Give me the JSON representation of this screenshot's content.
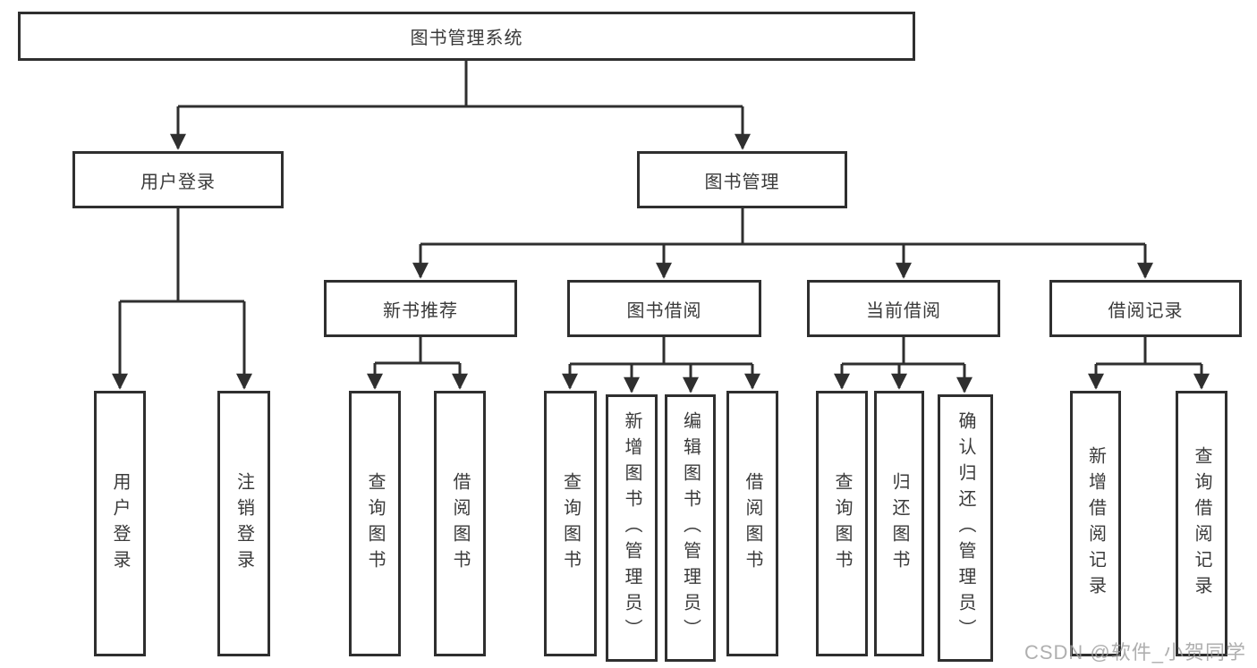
{
  "diagram": {
    "root": {
      "label": "图书管理系统"
    },
    "level2": [
      {
        "label": "用户登录"
      },
      {
        "label": "图书管理"
      }
    ],
    "level3": [
      {
        "label": "新书推荐"
      },
      {
        "label": "图书借阅"
      },
      {
        "label": "当前借阅"
      },
      {
        "label": "借阅记录"
      }
    ],
    "leaves": [
      {
        "label": "用户登录"
      },
      {
        "label": "注销登录"
      },
      {
        "label": "查询图书"
      },
      {
        "label": "借阅图书"
      },
      {
        "label": "查询图书"
      },
      {
        "label": "新增图书（管理员）"
      },
      {
        "label": "编辑图书（管理员）"
      },
      {
        "label": "借阅图书"
      },
      {
        "label": "查询图书"
      },
      {
        "label": "归还图书"
      },
      {
        "label": "确认归还（管理员）"
      },
      {
        "label": "新增借阅记录"
      },
      {
        "label": "查询借阅记录"
      }
    ]
  },
  "watermark": "CSDN @软件_小贺同学",
  "colors": {
    "line": "#2f2f2f",
    "box_border": "#2f2f2f",
    "box_bg": "#ffffff",
    "text": "#3a3a3a",
    "watermark": "#9b9b9b"
  }
}
